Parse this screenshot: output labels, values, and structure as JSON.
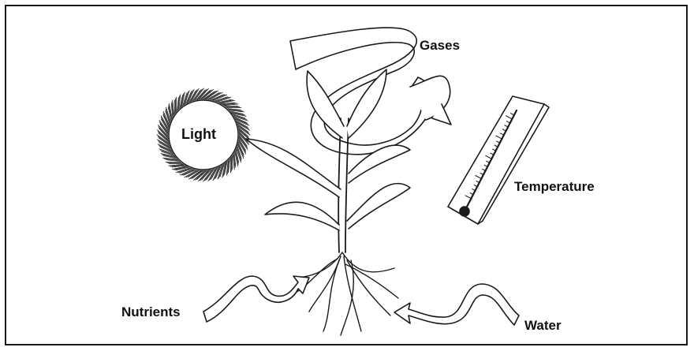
{
  "labels": {
    "gases": "Gases",
    "light": "Light",
    "temperature": "Temperature",
    "nutrients": "Nutrients",
    "water": "Water"
  },
  "colors": {
    "ink": "#1a1a1a",
    "background": "#ffffff"
  }
}
